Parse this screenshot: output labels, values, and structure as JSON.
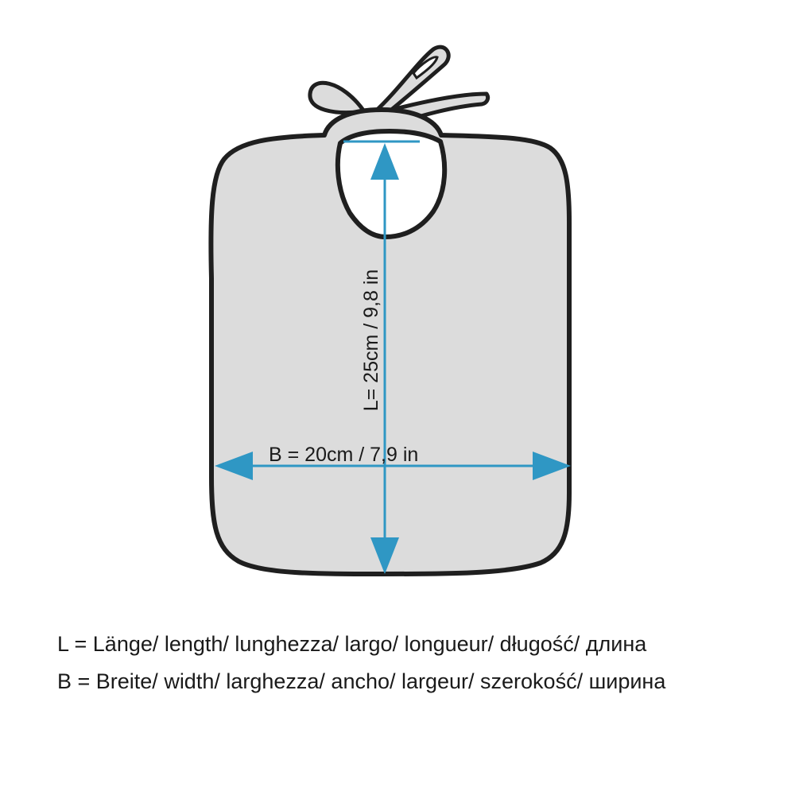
{
  "labels": {
    "length_dimension": "L= 25cm / 9,8 in",
    "width_dimension": "B = 20cm / 7,9 in"
  },
  "legend": {
    "length_line": "L = Länge/ length/ lunghezza/ largo/ longueur/ długość/ длина",
    "width_line": "B = Breite/ width/ larghezza/ ancho/ largeur/ szerokość/ ширина"
  },
  "dimensions": {
    "length_cm": 25,
    "length_in": 9.8,
    "width_cm": 20,
    "width_in": 7.9
  },
  "colors": {
    "bib_fill": "#dcdcdc",
    "outline": "#1f1f1f",
    "arrow": "#2f97c4",
    "text": "#1a1a1a",
    "background": "#ffffff"
  }
}
